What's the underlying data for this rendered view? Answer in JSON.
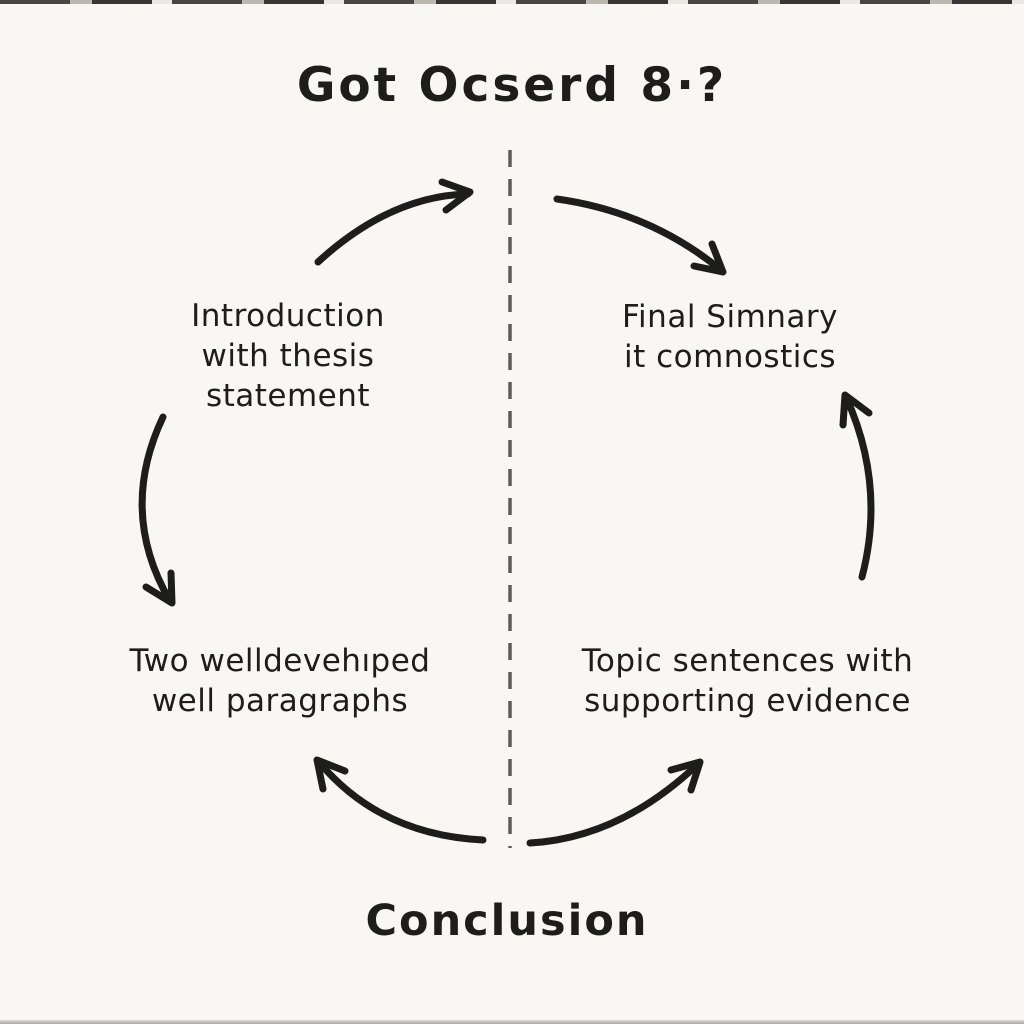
{
  "canvas": {
    "background": "#f8f7f4",
    "ink": "#1d1d1b",
    "dash_color": "#5c5c5c"
  },
  "title": "Got Ocserd 8·?",
  "nodes": {
    "top_left": {
      "lines": [
        "Introduction",
        "with thesis",
        "statement"
      ]
    },
    "top_right": {
      "lines": [
        "Final Simnary",
        "it comnostics"
      ]
    },
    "bottom_left": {
      "lines": [
        "Two welldevehıped",
        "well paragraphs"
      ]
    },
    "bottom_right": {
      "lines": [
        "Topic sentences with",
        "supporting evidence"
      ]
    },
    "conclusion": {
      "label": "Conclusion"
    }
  },
  "flow": {
    "type": "cycle",
    "divider": "vertical-dashed-center-line",
    "arrows": [
      {
        "id": "top-left-arrow",
        "from": "top_left",
        "to": "top-center"
      },
      {
        "id": "top-right-arrow",
        "from": "top-center",
        "to": "top_right"
      },
      {
        "id": "left-side-arrow",
        "from": "top_left",
        "to": "bottom_left"
      },
      {
        "id": "right-side-arrow",
        "from": "bottom_right",
        "to": "top_right"
      },
      {
        "id": "bottom-left-arrow",
        "from": "bottom-center",
        "to": "bottom_left"
      },
      {
        "id": "bottom-right-arrow",
        "from": "bottom-center",
        "to": "bottom_right"
      }
    ]
  }
}
